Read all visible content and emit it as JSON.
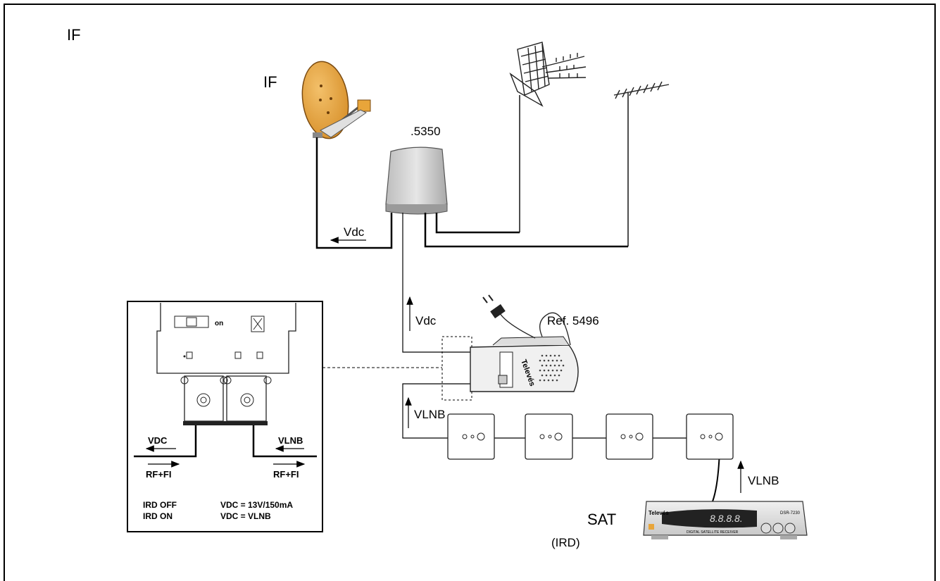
{
  "diagram": {
    "page_label": "IF",
    "dish_label": "IF",
    "amplifier_ref": ".5350",
    "psu_ref": "Ref. 5496",
    "psu_brand": "Televés",
    "vdc_label_top": "Vdc",
    "vdc_label_mid": "Vdc",
    "vlnb_label_mid": "VLNB",
    "vlnb_label_ird": "VLNB",
    "receiver_label": "SAT",
    "receiver_sublabel": "(IRD)",
    "receiver_brand": "Televés",
    "receiver_display": "8.8.8.8.",
    "receiver_model": "DSR-7230",
    "receiver_footer": "DIGITAL SATELLITE RECEIVER",
    "inset": {
      "switch_label": "on",
      "left_arrow_label": "VDC",
      "right_arrow_label": "VLNB",
      "left_signal_label": "RF+FI",
      "right_signal_label": "RF+FI",
      "rows": [
        {
          "state": "IRD OFF",
          "value": "VDC = 13V/150mA"
        },
        {
          "state": "IRD ON",
          "value": "VDC = VLNB"
        }
      ]
    },
    "colors": {
      "dish": "#e8a53a",
      "dish_dark": "#b5721c",
      "device_grey": "#d2d2d2",
      "device_dark": "#8a8a8a"
    }
  }
}
